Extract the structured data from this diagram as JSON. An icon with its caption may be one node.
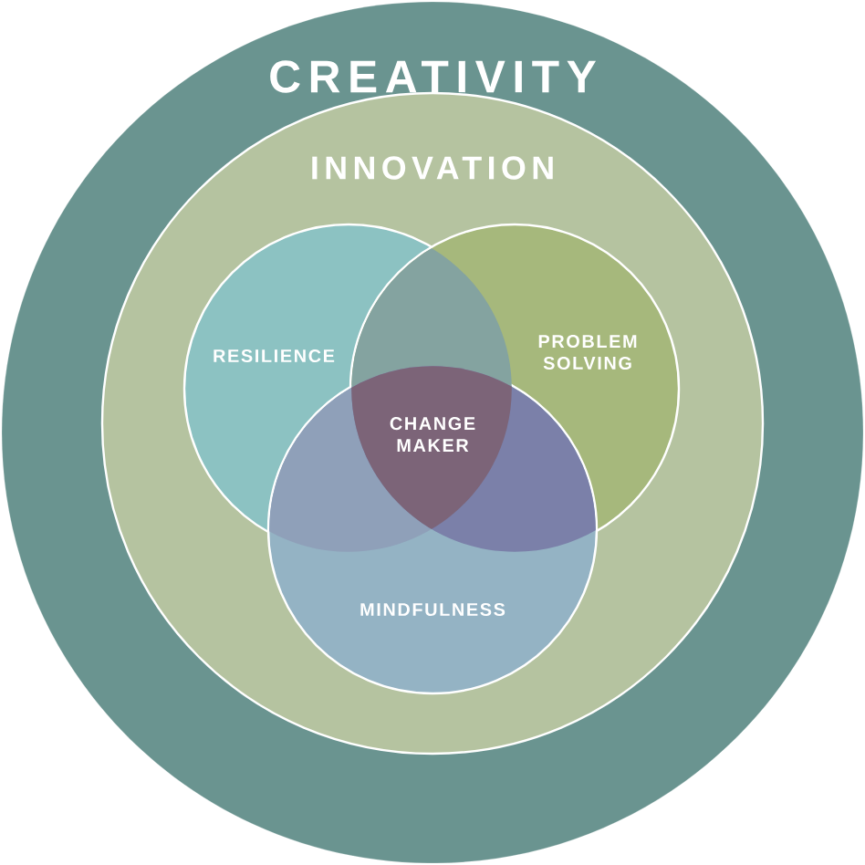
{
  "diagram": {
    "nodes": [
      {
        "text": [
          "CREATIVITY"
        ]
      },
      {
        "text": [
          "INNOVATION"
        ],
        "in": 0
      },
      {
        "text": [
          "RESILIENCE"
        ],
        "in": 1
      },
      {
        "text": [
          "PROBLEM SOLVING"
        ],
        "in": 1
      },
      {
        "text": [
          "MINDFULNESS"
        ],
        "in": 1
      },
      {
        "text": [
          "CHANGE MAKER"
        ]
      }
    ]
  }
}
